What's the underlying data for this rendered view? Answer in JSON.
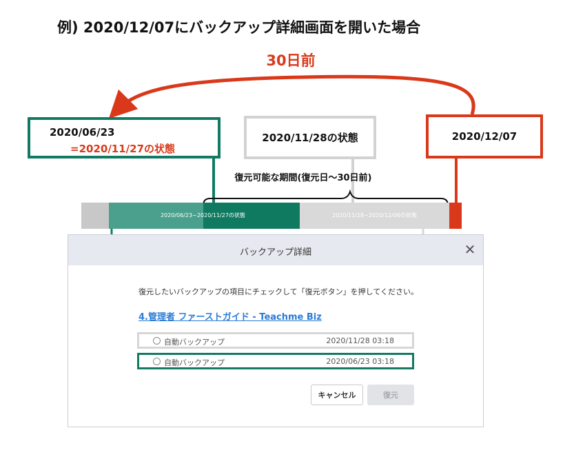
{
  "heading": "例) 2020/12/07にバックアップ詳細画面を開いた場合",
  "days_before_label": "30日前",
  "box_green": {
    "line1": "2020/06/23",
    "line2": "=2020/11/27の状態"
  },
  "box_gray": {
    "text": "2020/11/28の状態"
  },
  "box_red": {
    "text": "2020/12/07"
  },
  "period_label": "復元可能な期間(復元日〜30日前)",
  "timeline": {
    "segment_green_text": "2020/06/23~2020/11/27の状態",
    "segment_gray_text": "2020/11/28~2020/12/06の状態"
  },
  "dialog": {
    "title": "バックアップ詳細",
    "close_glyph": "✕",
    "instruction": "復元したいバックアップの項目にチェックして「復元ボタン」を押してください。",
    "link_text": "4.管理者 ファーストガイド - Teachme Biz",
    "backups": [
      {
        "label": "自動バックアップ",
        "date": "2020/11/28 03:18"
      },
      {
        "label": "自動バックアップ",
        "date": "2020/06/23 03:18"
      }
    ],
    "cancel_label": "キャンセル",
    "restore_label": "復元"
  },
  "colors": {
    "red": "#d9391a",
    "green": "#127a63",
    "gray": "#d2d2d2"
  }
}
